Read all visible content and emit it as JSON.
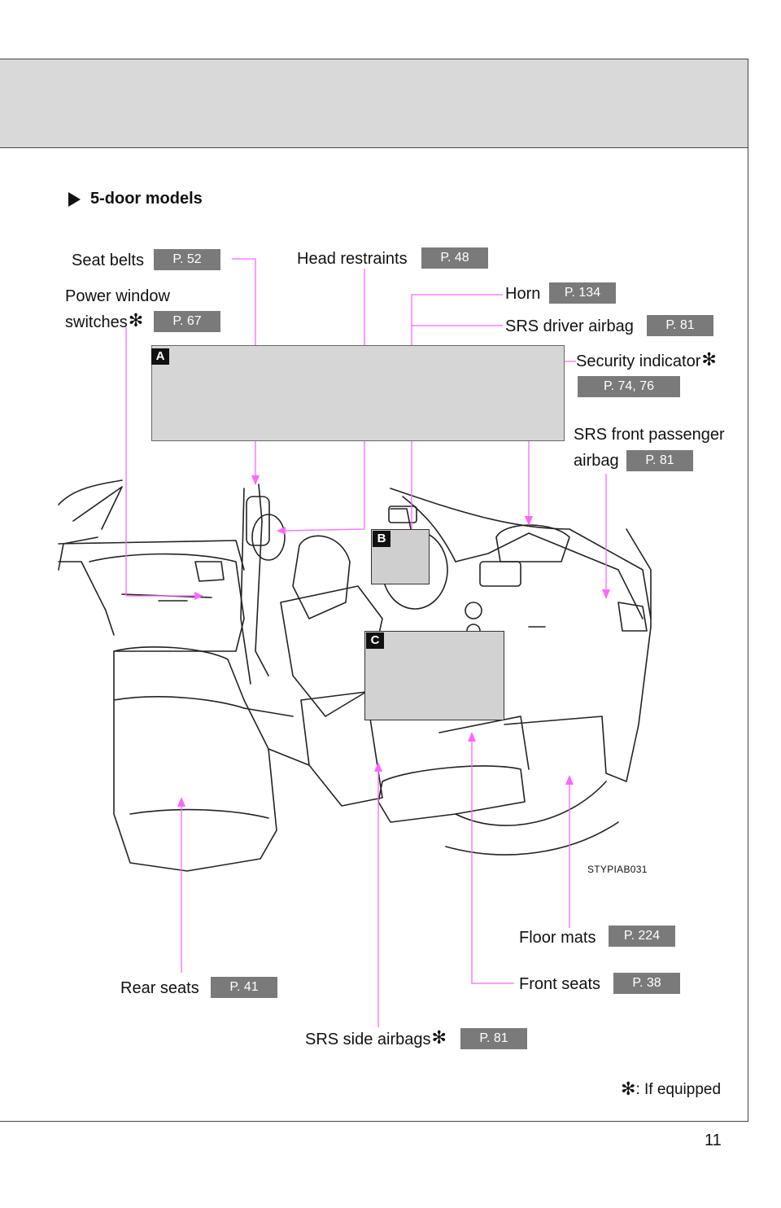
{
  "section_title": "5-door models",
  "labels": {
    "seat_belts": {
      "text": "Seat belts",
      "page": "P. 52"
    },
    "head_restraints": {
      "text": "Head restraints",
      "page": "P. 48"
    },
    "power_window_line1": "Power window",
    "power_window_line2": "switches",
    "power_window_page": "P. 67",
    "horn": {
      "text": "Horn",
      "page": "P. 134"
    },
    "srs_driver_airbag": {
      "text": "SRS driver airbag",
      "page": "P. 81"
    },
    "security_indicator": {
      "text": "Security indicator",
      "page": "P. 74, 76"
    },
    "srs_front_passenger_line1": "SRS front passenger",
    "srs_front_passenger_line2": "airbag",
    "srs_front_passenger_page": "P. 81",
    "floor_mats": {
      "text": "Floor mats",
      "page": "P. 224"
    },
    "front_seats": {
      "text": "Front seats",
      "page": "P. 38"
    },
    "rear_seats": {
      "text": "Rear seats",
      "page": "P. 41"
    },
    "srs_side_airbags": {
      "text": "SRS side airbags",
      "page": "P. 81"
    }
  },
  "asterisk": "✻",
  "inset_letters": {
    "a": "A",
    "b": "B",
    "c": "C"
  },
  "image_code": "STYPIAB031",
  "footnote": ": If equipped",
  "page_number": "11",
  "colors": {
    "leader_line": "#ff66ff",
    "page_ref_bg": "#7a7a7a",
    "header_band": "#d9d9d9"
  }
}
